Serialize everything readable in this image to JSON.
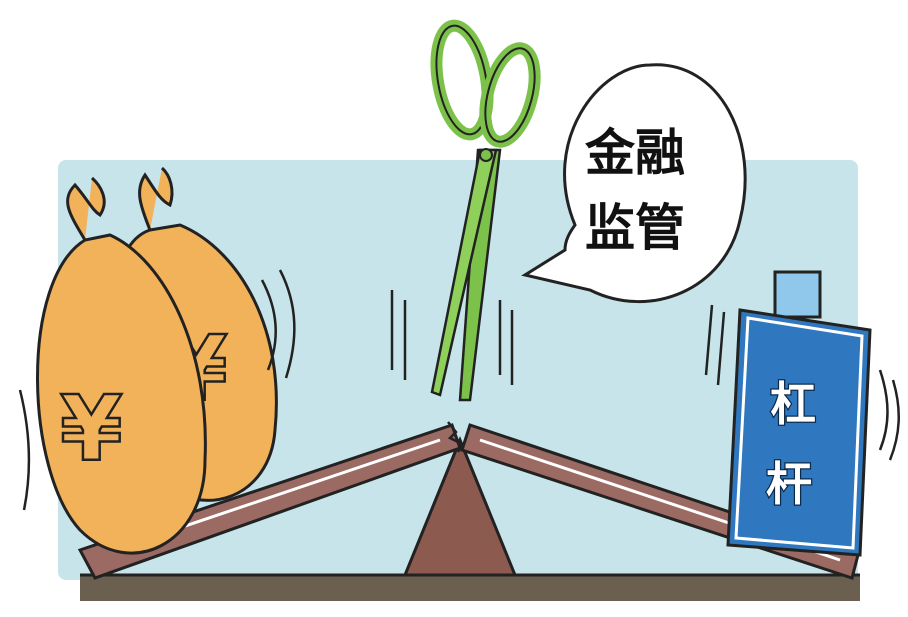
{
  "speech_bubble": {
    "line1": "金融",
    "line2": "监管"
  },
  "leverage_box": {
    "char1": "杠",
    "char2": "杆"
  },
  "money_bags": {
    "symbol": "¥"
  },
  "colors": {
    "sky": "#c6e4ea",
    "bag": "#f2b25a",
    "plank": "#9b6a62",
    "scissors": "#7cc24a",
    "box": "#2f78c0",
    "base": "#6b5f4f"
  }
}
